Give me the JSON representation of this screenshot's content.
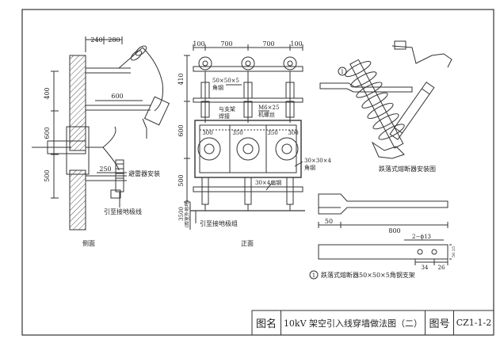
{
  "views": {
    "side_title": "侧面",
    "front_title": "正面",
    "fuse_install_title": "跌落式熔断器安装图",
    "bracket_caption": "跌落式熔断器50×50×5角钢支架",
    "bracket_number": "1"
  },
  "side_view": {
    "dims_top": [
      "240",
      "280"
    ],
    "dims_left": [
      "400",
      "600",
      "500"
    ],
    "dim_600": "600",
    "dim_250": "250",
    "label_arrester": "避雷器安装",
    "label_ground": "引至接地极线"
  },
  "front_view": {
    "dims_top": [
      "100",
      "700",
      "700",
      "100"
    ],
    "dims_left": [
      "410",
      "600",
      "500"
    ],
    "dim_bottom_a": "3500",
    "dim_bottom_b": "(距室外地坪)",
    "angle_steel_top": "50×50×5",
    "angle_steel_top_b": "角钢",
    "support_weld_a": "与支架",
    "support_weld_b": "焊接",
    "bolt_a": "M6×25",
    "bolt_b": "机螺丝",
    "window_dims": [
      "300",
      "350",
      "350",
      "300"
    ],
    "angle_steel_window_a": "30×30×4",
    "angle_steel_window_b": "角钢",
    "flat_steel": "30×4扁钢",
    "label_ground": "引至接地极组"
  },
  "bracket": {
    "dim_50": "50",
    "dim_800": "800",
    "holes": "2−ϕ13",
    "dim_34": "34",
    "dim_26": "26",
    "dim_right": "50 25"
  },
  "title_block": {
    "name_label": "图名",
    "name_value": "10kV 架空引入线穿墙做法图（二）",
    "number_label": "图号",
    "number_value": "CZ1-1-2"
  },
  "colors": {
    "line": "#333333",
    "background": "#ffffff"
  }
}
